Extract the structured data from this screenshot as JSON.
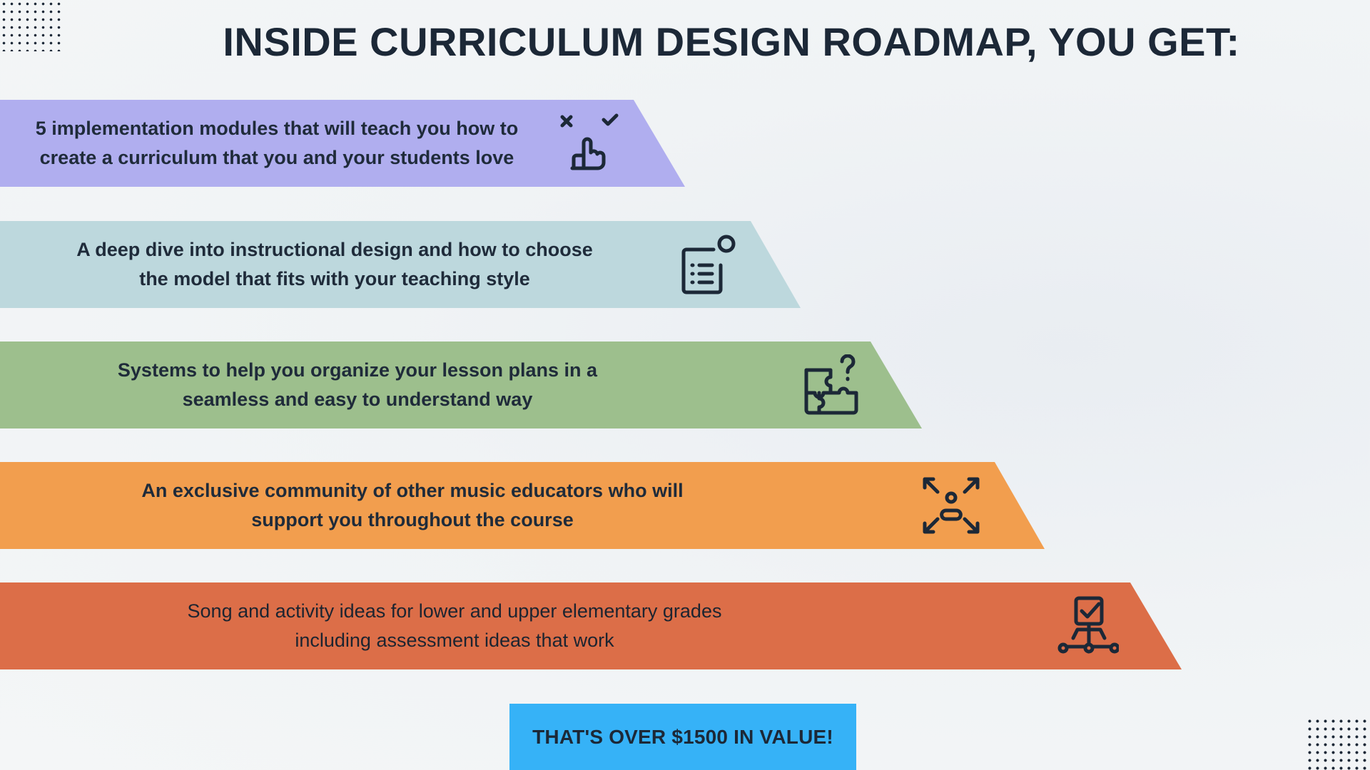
{
  "header": {
    "title": "INSIDE CURRICULUM DESIGN ROADMAP, YOU GET:"
  },
  "bands": [
    {
      "text": "5 implementation modules that will teach you how to\ncreate a curriculum that you and your students love",
      "icon": "hand-pointer-choice-icon",
      "color": "#b0aeef"
    },
    {
      "text": "A deep dive into instructional design and how to choose\nthe model that fits with your teaching style",
      "icon": "checklist-document-icon",
      "color": "#bdd8dd"
    },
    {
      "text": "Systems to help you organize your lesson plans in a\nseamless and easy to understand way",
      "icon": "puzzle-question-icon",
      "color": "#9dbf8d"
    },
    {
      "text": "An exclusive community of other music educators who will\nsupport you throughout the course",
      "icon": "person-expand-arrows-icon",
      "color": "#f29e4e"
    },
    {
      "text": "Song and activity ideas for lower and upper elementary grades\nincluding assessment ideas that work",
      "icon": "checkbox-network-icon",
      "color": "#dc6e48"
    }
  ],
  "cta": {
    "label": "THAT'S OVER $1500 IN VALUE!",
    "color": "#36b2f7"
  }
}
